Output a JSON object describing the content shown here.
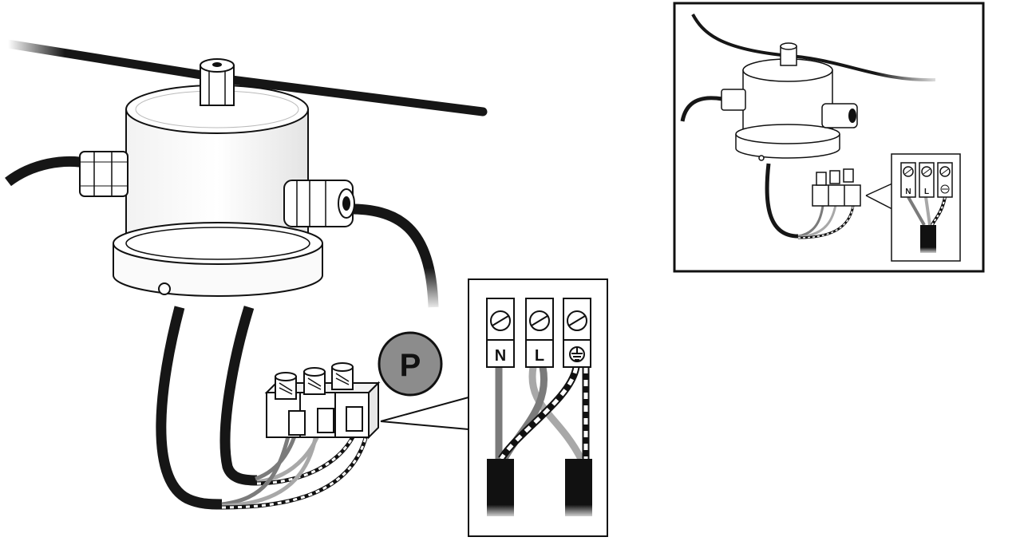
{
  "badge": {
    "letter": "P",
    "fill": "#8c8c8c"
  },
  "terminals": {
    "neutral": "N",
    "live": "L",
    "earth_icon": "earth-ground-icon"
  },
  "colors": {
    "cable": "#161616",
    "neutral_wire": "#7b7b7b",
    "live_wire": "#a8a8a8",
    "earth_wire_dash": "#ffffff"
  }
}
